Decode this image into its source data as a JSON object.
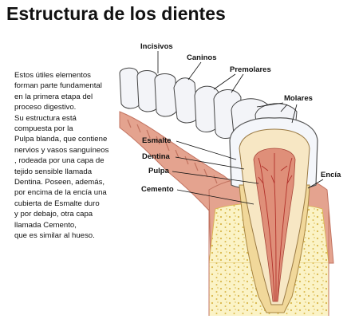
{
  "title": "Estructura de los dientes",
  "description_lines": [
    "Estos útiles elementos",
    "forman parte fundamental",
    "en la primera etapa del",
    "proceso digestivo.",
    "Su estructura está",
    "compuesta por la",
    "Pulpa blanda,  que contiene",
    "nervios y vasos sanguíneos",
    ", rodeada por una capa de",
    "tejido sensible llamada",
    "Dentina. Poseen, además,",
    "por encima de la encía una",
    "cubierta de Esmalte duro",
    "y por debajo, otra capa",
    "llamada Cemento,",
    "que es similar al hueso."
  ],
  "labels": {
    "incisivos": "Incisivos",
    "caninos": "Caninos",
    "premolares": "Premolares",
    "molares": "Molares",
    "esmalte": "Esmalte",
    "dentina": "Dentina",
    "pulpa": "Pulpa",
    "cemento": "Cemento",
    "encia": "Encía"
  },
  "colors": {
    "gum": "#e4a38f",
    "gum_dark": "#c27360",
    "bone": "#fbf3c6",
    "bone_dots": "#d9b74a",
    "enamel": "#f4f6fa",
    "dentin": "#f7e7c4",
    "pulp": "#df8f79",
    "nerve": "#b2322b",
    "cementum": "#f1d89a"
  }
}
